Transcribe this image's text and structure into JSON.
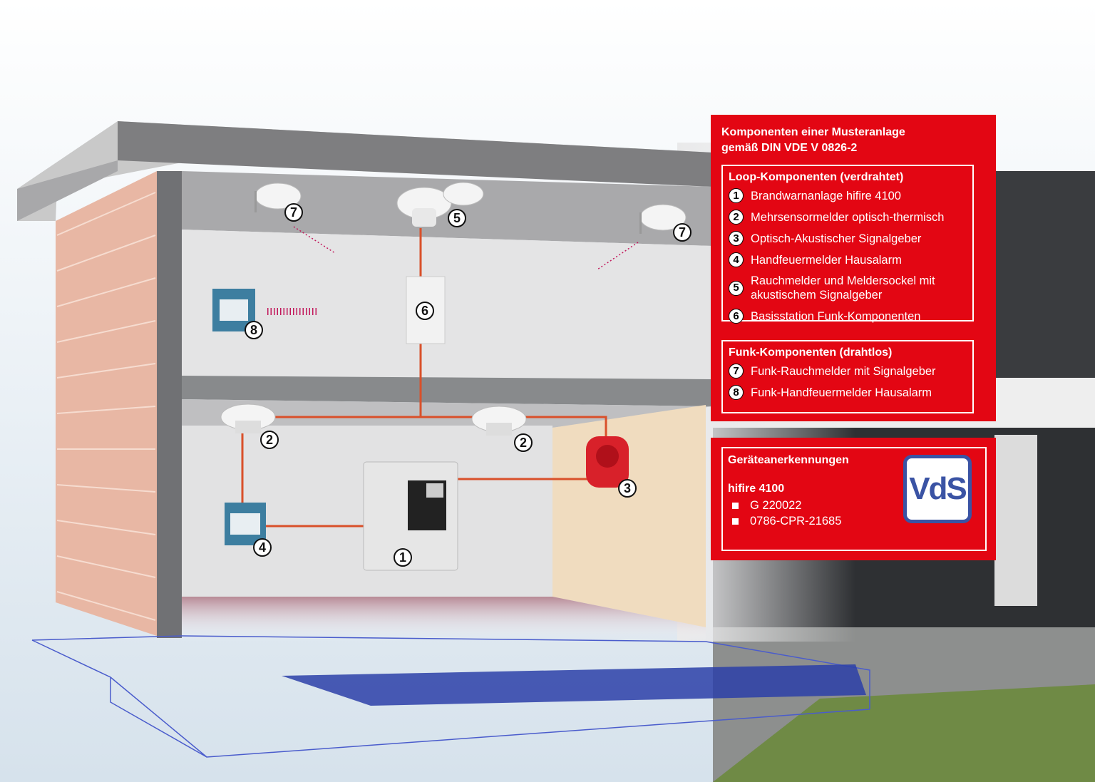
{
  "legend": {
    "title_line1": "Komponenten einer Musteranlage",
    "title_line2": "gemäß DIN VDE V 0826-2",
    "loop": {
      "heading": "Loop-Komponenten (verdrahtet)",
      "items": [
        {
          "num": "1",
          "label": "Brandwarnanlage hifire 4100"
        },
        {
          "num": "2",
          "label": "Mehrsensormelder optisch-thermisch"
        },
        {
          "num": "3",
          "label": "Optisch-Akustischer Signalgeber"
        },
        {
          "num": "4",
          "label": "Handfeuermelder Hausalarm"
        },
        {
          "num": "5",
          "label_line1": "Rauchmelder und Meldersockel mit",
          "label_line2": "akustischem Signalgeber"
        },
        {
          "num": "6",
          "label": "Basisstation Funk-Komponenten"
        }
      ]
    },
    "funk": {
      "heading": "Funk-Komponenten (drahtlos)",
      "items": [
        {
          "num": "7",
          "label": "Funk-Rauchmelder mit Signalgeber"
        },
        {
          "num": "8",
          "label": "Funk-Handfeuermelder Hausalarm"
        }
      ]
    }
  },
  "approvals": {
    "heading": "Geräteanerkennungen",
    "product": "hifire 4100",
    "bullets": [
      "G 220022",
      "0786-CPR-21685"
    ],
    "logo": "VdS"
  },
  "markers": [
    "7",
    "5",
    "7",
    "8",
    "6",
    "2",
    "2",
    "3",
    "4",
    "1"
  ],
  "colors": {
    "panel_red": "#e30613",
    "vds_blue": "#3a53a4",
    "wire": "#d9502a",
    "pool": "#2b3fa8"
  }
}
